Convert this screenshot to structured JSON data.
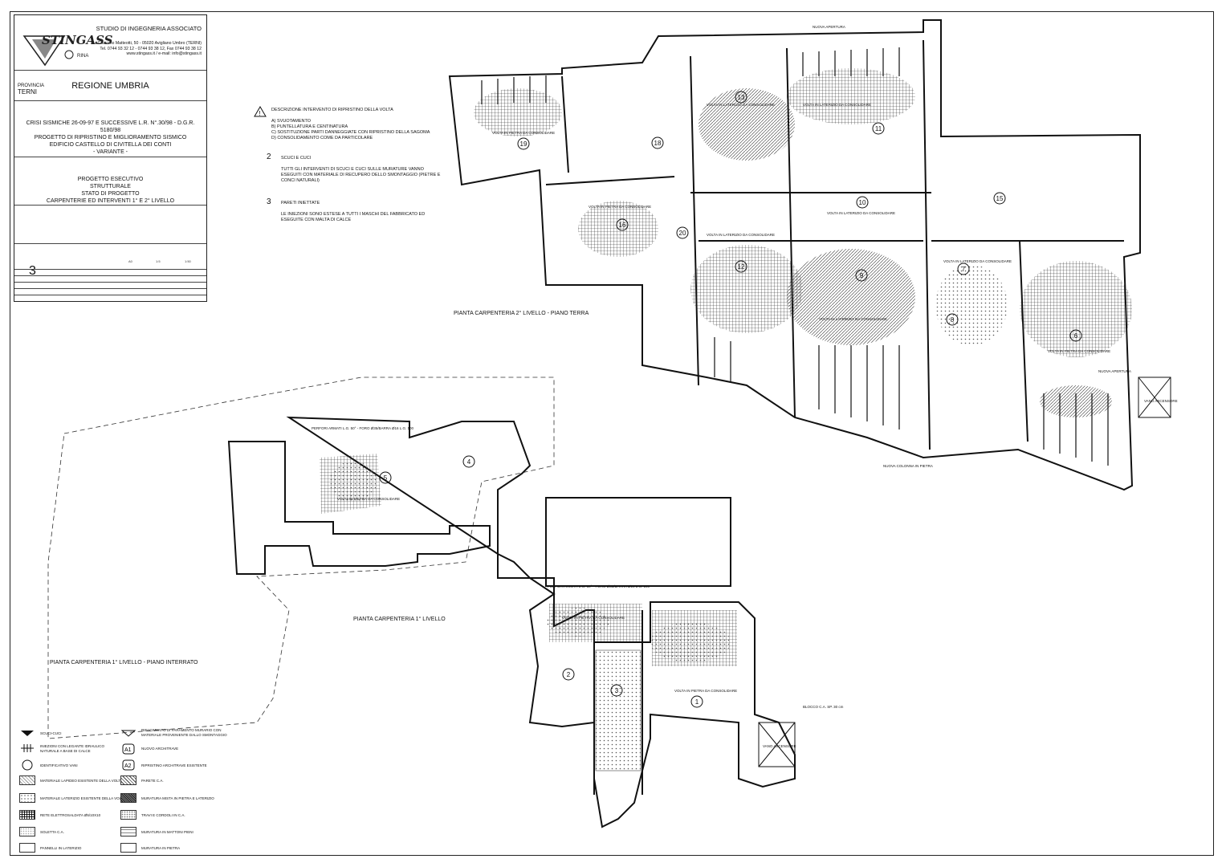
{
  "titleblock": {
    "studio_name": "STUDIO DI INGEGNERIA ASSOCIATO",
    "logo_text": "STINGASS",
    "address": "Via Giacomo Matteotti, 50 - 05020 Avigliano Umbro (TERNI)",
    "phone": "Tel. 0744 93 32 12 - 0744 93 38 12, Fax 0744 93 38 12",
    "web": "www.stingass.it / e-mail: info@stingass.it",
    "rina": "RINA",
    "provincia_label": "PROVINCIA",
    "provincia": "TERNI",
    "regione": "REGIONE UMBRIA",
    "lavoro_lines": [
      "CRISI SISMICHE 26-09-97 E SUCCESSIVE L.R. N°.30/98 - D.G.R. 5180/98",
      "PROGETTO DI RIPRISTINO E MIGLIORAMENTO SISMICO",
      "EDIFICIO CASTELLO DI CIVITELLA DEI CONTI",
      "- VARIANTE -"
    ],
    "oggetto_lines": [
      "PROGETTO ESECUTIVO",
      "STRUTTURALE",
      "STATO DI PROGETTO",
      "CARPENTERIE ED INTERVENTI 1° E 2° LIVELLO"
    ],
    "tavola": "3",
    "formato": "A0",
    "scala_plot": "1:5",
    "scala": "1:50"
  },
  "notes": [
    {
      "num": "1",
      "title": "DESCRIZIONE INTERVENTO DI RIPRISTINO DELLA VOLTA",
      "lines": [
        "A) SVUOTAMENTO",
        "B) PUNTELLATURA E CENTINATURA",
        "C) SOSTITUZIONE PARTI DANNEGGIATE CON RIPRISTINO DELLA SAGOMA",
        "D) CONSOLIDAMENTO COME DA PARTICOLARE"
      ]
    },
    {
      "num": "2",
      "title": "SCUCI E CUCI",
      "lines": [
        "TUTTI GLI INTERVENTI DI SCUCI E CUCI SULLE MURATURE VANNO",
        "ESEGUITI CON MATERIALE DI RECUPERO DELLO SMONTAGGIO (PIETRE E",
        "CONCI NATURALI)"
      ]
    },
    {
      "num": "3",
      "title": "PARETI INIETTATE",
      "lines": [
        "LE INIEZIONI SONO ESTESE A TUTTI I MASCHI DEL FABBRICATO ED",
        "ESEGUITE CON MALTA DI CALCE"
      ]
    }
  ],
  "plan_titles": {
    "upper": "PIANTA CARPENTERIA 2° LIVELLO - PIANO TERRA",
    "lower": "PIANTA CARPENTERIA 1° LIVELLO",
    "lower_left": "PIANTA CARPENTERIA 1° LIVELLO - PIANO INTERRATO"
  },
  "plan_labels": {
    "volta_laterizio": "VOLTA IN LATERIZIO DA CONSOLIDARE",
    "volta_pietra": "VOLTA IN PIETRA DA CONSOLIDARE",
    "nuova_apertura": "NUOVA APERTURA",
    "vano_ascensore": "VANO ASCENSORE",
    "perfori": "PERFORI ARMATI L.G. 50° - FORO Ø35/BARRA Ø16 L.G. 100",
    "nuova_colonna": "NUOVA COLONNA IN PIETRA",
    "blocco": "BLOCCO C.A. SP. 30 cm"
  },
  "rooms": [
    "1",
    "2",
    "3",
    "4",
    "5",
    "6",
    "7",
    "8",
    "9",
    "10",
    "11",
    "12",
    "13",
    "15",
    "16",
    "18",
    "19",
    "20"
  ],
  "legend": [
    {
      "label": "SCUCI-CUCI"
    },
    {
      "label": "INIEZIONI CON LEGANTE IDRAULICO NATURALE A BASE DI CALCE"
    },
    {
      "label": "IDENTIFICATIVO VANI"
    },
    {
      "label": "MATERIALE LAPIDEO ESISTENTE DELLA VOLTA"
    },
    {
      "label": "MATERIALE LATERIZIO ESISTENTE DELLA VOLTA"
    },
    {
      "label": "RETE ELETTROSALDATA Ø5/10X10"
    },
    {
      "label": "SOLETTA C.A."
    },
    {
      "label": "PANNELLI IN LATERIZIO"
    },
    {
      "label": "RIFACIMENTO DI PARAMENTO MURARIO CON MATERIALE PROVENIENTE DALLO SMONTAGGIO"
    },
    {
      "label": "NUOVO ARCHITRAVE"
    },
    {
      "label": "RIPRISTINO ARCHITRAVE ESISTENTE"
    },
    {
      "label": "PARETE C.A."
    },
    {
      "label": "MURATURA MISTA IN PIETRA E LATERIZIO"
    },
    {
      "label": "TRAVI E CORDOLI IN C.A."
    },
    {
      "label": "MURATURA IN MATTONI PIENI"
    },
    {
      "label": "MURATURA IN PIETRA"
    }
  ]
}
